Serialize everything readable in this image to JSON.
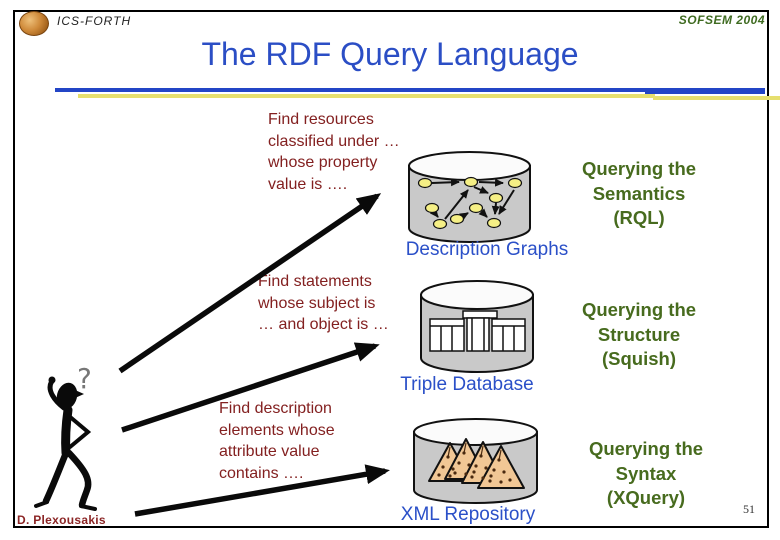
{
  "slide": {
    "org": "ICS-FORTH",
    "conference": "SOFSEM 2004",
    "title": "The RDF Query Language",
    "author": "D. Plexousakis",
    "page_number": "51"
  },
  "figure": {
    "question_mark": "?"
  },
  "queries": [
    {
      "prompt": "Find resources\nclassified under …\nwhose property\nvalue is ….",
      "store_label": "Description Graphs",
      "annotation": "Querying the\nSemantics\n(RQL)"
    },
    {
      "prompt": "Find statements\nwhose subject is\n… and object is …",
      "store_label": "Triple Database",
      "annotation": "Querying the\nStructure\n(Squish)"
    },
    {
      "prompt": "Find description\nelements whose\nattribute value\ncontains ….",
      "store_label": "XML Repository",
      "annotation": "Querying the\nSyntax\n(XQuery)"
    }
  ],
  "icons": {
    "org_logo": "orange-seal-circle",
    "thinking_person": "black-stickman-scratching-head",
    "question_mark": "gray-question-mark",
    "description_graphs_db": "cylinder-with-node-edge-graph",
    "triple_database_db": "cylinder-with-relational-tables",
    "xml_repository_db": "cylinder-with-tree-triangles",
    "query_arrow": "thick-black-arrow"
  },
  "colors": {
    "title_blue": "#2b4ec5",
    "label_blue": "#2b50c8",
    "rule_blue": "#2345c6",
    "rule_yellow": "#e6df6e",
    "query_maroon": "#832020",
    "annotation_green": "#476b1e",
    "conference_green": "#3f6b21",
    "cylinder_gray": "#c9c9c9",
    "node_yellow": "#f5ef85",
    "tree_tan": "#f1c795"
  }
}
